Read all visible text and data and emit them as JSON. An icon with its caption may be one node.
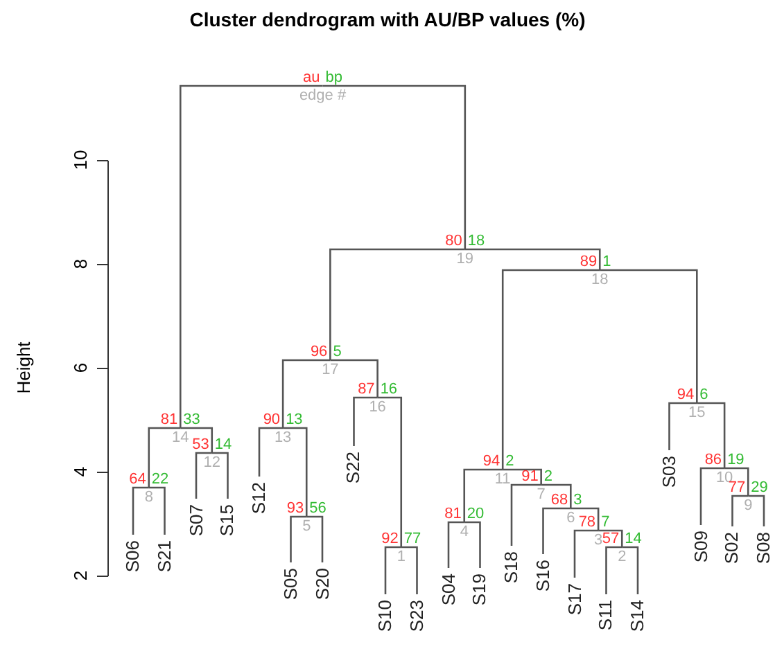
{
  "diagram": {
    "title": "Cluster dendrogram with AU/BP values (%)",
    "nodes": [
      {
        "text": [
          "au",
          "bp",
          "edge #"
        ]
      },
      {
        "text": [
          "80",
          "18",
          "19"
        ]
      },
      {
        "text": [
          "89",
          "1",
          "18"
        ]
      },
      {
        "text": [
          "96",
          "5",
          "17"
        ]
      },
      {
        "text": [
          "87",
          "16",
          "16"
        ]
      },
      {
        "text": [
          "94",
          "6",
          "15"
        ]
      },
      {
        "text": [
          "81",
          "33",
          "14"
        ]
      },
      {
        "text": [
          "90",
          "13",
          "13"
        ]
      },
      {
        "text": [
          "53",
          "14",
          "12"
        ]
      },
      {
        "text": [
          "94",
          "2",
          "11"
        ]
      },
      {
        "text": [
          "86",
          "19",
          "10"
        ]
      },
      {
        "text": [
          "77",
          "29",
          "9"
        ]
      },
      {
        "text": [
          "64",
          "22",
          "8"
        ]
      },
      {
        "text": [
          "91",
          "2",
          "7"
        ]
      },
      {
        "text": [
          "68",
          "3",
          "6"
        ]
      },
      {
        "text": [
          "93",
          "56",
          "5"
        ]
      },
      {
        "text": [
          "81",
          "20",
          "4"
        ]
      },
      {
        "text": [
          "78",
          "7",
          "3"
        ]
      },
      {
        "text": [
          "57",
          "14",
          "2"
        ]
      },
      {
        "text": [
          "92",
          "77",
          "1"
        ]
      },
      {
        "text": [
          "S06"
        ]
      },
      {
        "text": [
          "S21"
        ]
      },
      {
        "text": [
          "S07"
        ]
      },
      {
        "text": [
          "S15"
        ]
      },
      {
        "text": [
          "S12"
        ]
      },
      {
        "text": [
          "S05"
        ]
      },
      {
        "text": [
          "S20"
        ]
      },
      {
        "text": [
          "S22"
        ]
      },
      {
        "text": [
          "S10"
        ]
      },
      {
        "text": [
          "S23"
        ]
      },
      {
        "text": [
          "S04"
        ]
      },
      {
        "text": [
          "S19"
        ]
      },
      {
        "text": [
          "S18"
        ]
      },
      {
        "text": [
          "S16"
        ]
      },
      {
        "text": [
          "S17"
        ]
      },
      {
        "text": [
          "S11"
        ]
      },
      {
        "text": [
          "S14"
        ]
      },
      {
        "text": [
          "S03"
        ]
      },
      {
        "text": [
          "S09"
        ]
      },
      {
        "text": [
          "S02"
        ]
      },
      {
        "text": [
          "S08"
        ]
      }
    ],
    "edges": [
      {
        "from": 0,
        "to": 6,
        "arrow": "none"
      },
      {
        "from": 0,
        "to": 1,
        "arrow": "none"
      },
      {
        "from": 1,
        "to": 3,
        "arrow": "none"
      },
      {
        "from": 1,
        "to": 2,
        "arrow": "none"
      },
      {
        "from": 2,
        "to": 9,
        "arrow": "none"
      },
      {
        "from": 2,
        "to": 5,
        "arrow": "none"
      },
      {
        "from": 3,
        "to": 7,
        "arrow": "none"
      },
      {
        "from": 3,
        "to": 4,
        "arrow": "none"
      },
      {
        "from": 4,
        "to": 27,
        "arrow": "none"
      },
      {
        "from": 4,
        "to": 19,
        "arrow": "none"
      },
      {
        "from": 5,
        "to": 37,
        "arrow": "none"
      },
      {
        "from": 5,
        "to": 10,
        "arrow": "none"
      },
      {
        "from": 6,
        "to": 12,
        "arrow": "none"
      },
      {
        "from": 6,
        "to": 8,
        "arrow": "none"
      },
      {
        "from": 7,
        "to": 24,
        "arrow": "none"
      },
      {
        "from": 7,
        "to": 15,
        "arrow": "none"
      },
      {
        "from": 8,
        "to": 22,
        "arrow": "none"
      },
      {
        "from": 8,
        "to": 23,
        "arrow": "none"
      },
      {
        "from": 9,
        "to": 16,
        "arrow": "none"
      },
      {
        "from": 9,
        "to": 13,
        "arrow": "none"
      },
      {
        "from": 10,
        "to": 38,
        "arrow": "none"
      },
      {
        "from": 10,
        "to": 11,
        "arrow": "none"
      },
      {
        "from": 11,
        "to": 39,
        "arrow": "none"
      },
      {
        "from": 11,
        "to": 40,
        "arrow": "none"
      },
      {
        "from": 12,
        "to": 20,
        "arrow": "none"
      },
      {
        "from": 12,
        "to": 21,
        "arrow": "none"
      },
      {
        "from": 13,
        "to": 32,
        "arrow": "none"
      },
      {
        "from": 13,
        "to": 14,
        "arrow": "none"
      },
      {
        "from": 14,
        "to": 33,
        "arrow": "none"
      },
      {
        "from": 14,
        "to": 17,
        "arrow": "none"
      },
      {
        "from": 15,
        "to": 25,
        "arrow": "none"
      },
      {
        "from": 15,
        "to": 26,
        "arrow": "none"
      },
      {
        "from": 16,
        "to": 30,
        "arrow": "none"
      },
      {
        "from": 16,
        "to": 31,
        "arrow": "none"
      },
      {
        "from": 17,
        "to": 34,
        "arrow": "none"
      },
      {
        "from": 17,
        "to": 18,
        "arrow": "none"
      },
      {
        "from": 18,
        "to": 35,
        "arrow": "none"
      },
      {
        "from": 18,
        "to": 36,
        "arrow": "none"
      },
      {
        "from": 19,
        "to": 28,
        "arrow": "none"
      },
      {
        "from": 19,
        "to": 29,
        "arrow": "none"
      }
    ],
    "labels": [
      "Height",
      "2",
      "4",
      "6",
      "8",
      "10"
    ]
  }
}
